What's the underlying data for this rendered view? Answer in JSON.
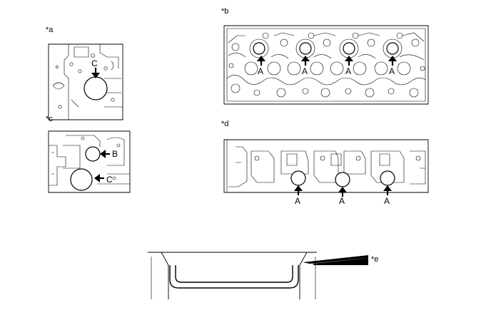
{
  "views": {
    "a": {
      "label": "*a",
      "callouts": [
        "C"
      ]
    },
    "b": {
      "label": "*b",
      "callouts": [
        "A",
        "A",
        "A",
        "A"
      ]
    },
    "c": {
      "label": "*c",
      "callouts": [
        "B",
        "C"
      ]
    },
    "d": {
      "label": "*d",
      "callouts": [
        "A",
        "A",
        "A"
      ]
    },
    "e": {
      "label": "*e"
    }
  }
}
